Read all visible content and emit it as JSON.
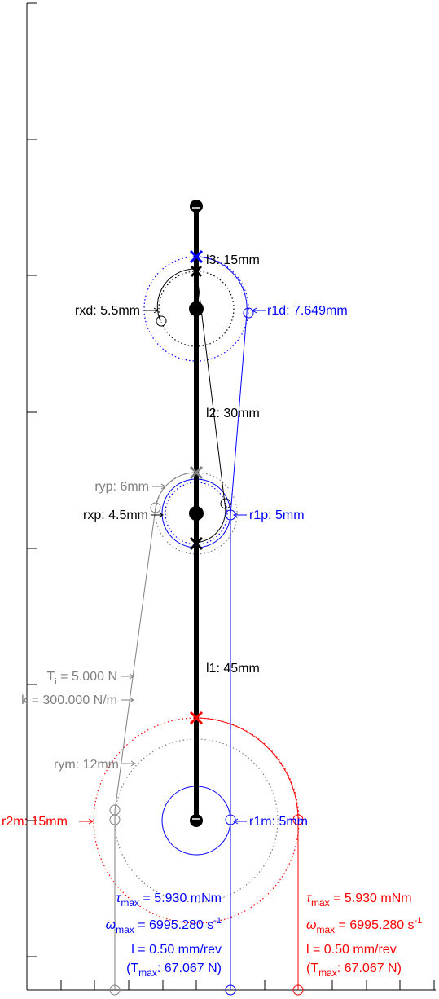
{
  "colors": {
    "black": "#000000",
    "blue": "#0000ff",
    "red": "#ff0000",
    "gray": "#808080"
  },
  "labels": {
    "l3": "l3: 15mm",
    "l2": "l2: 30mm",
    "l1": "l1: 45mm",
    "rxd": "rxd: 5.5mm",
    "r1d": "r1d: 7.649mm",
    "ryp": "ryp: 6mm",
    "rxp": "rxp: 4.5mm",
    "r1p": "r1p: 5mm",
    "ti_prefix": "T",
    "ti_sub": "i",
    "ti_value": " = 5.000 N",
    "k": "k = 300.000 N/m",
    "rym": "rym: 12mm",
    "r2m": "r2m: 15mm",
    "r1m": "r1m: 5mm"
  },
  "stats_blue": {
    "tau_sym": "τ",
    "tau_sub": "max",
    "tau_val": " = 5.930 mNm",
    "omega_sym": "ω",
    "omega_sub": "max",
    "omega_val": " = 6995.280 s",
    "omega_exp": "-1",
    "lead": "l = 0.50 mm/rev",
    "tmax_open": "(T",
    "tmax_sub": "max",
    "tmax_val": ": 67.067 N)"
  },
  "stats_red": {
    "tau_sym": "τ",
    "tau_sub": "max",
    "tau_val": " = 5.930 mNm",
    "omega_sym": "ω",
    "omega_sub": "max",
    "omega_val": " = 6995.280 s",
    "omega_exp": "-1",
    "lead": "l = 0.50 mm/rev",
    "tmax_open": "(T",
    "tmax_sub": "max",
    "tmax_val": ": 67.067 N)"
  }
}
